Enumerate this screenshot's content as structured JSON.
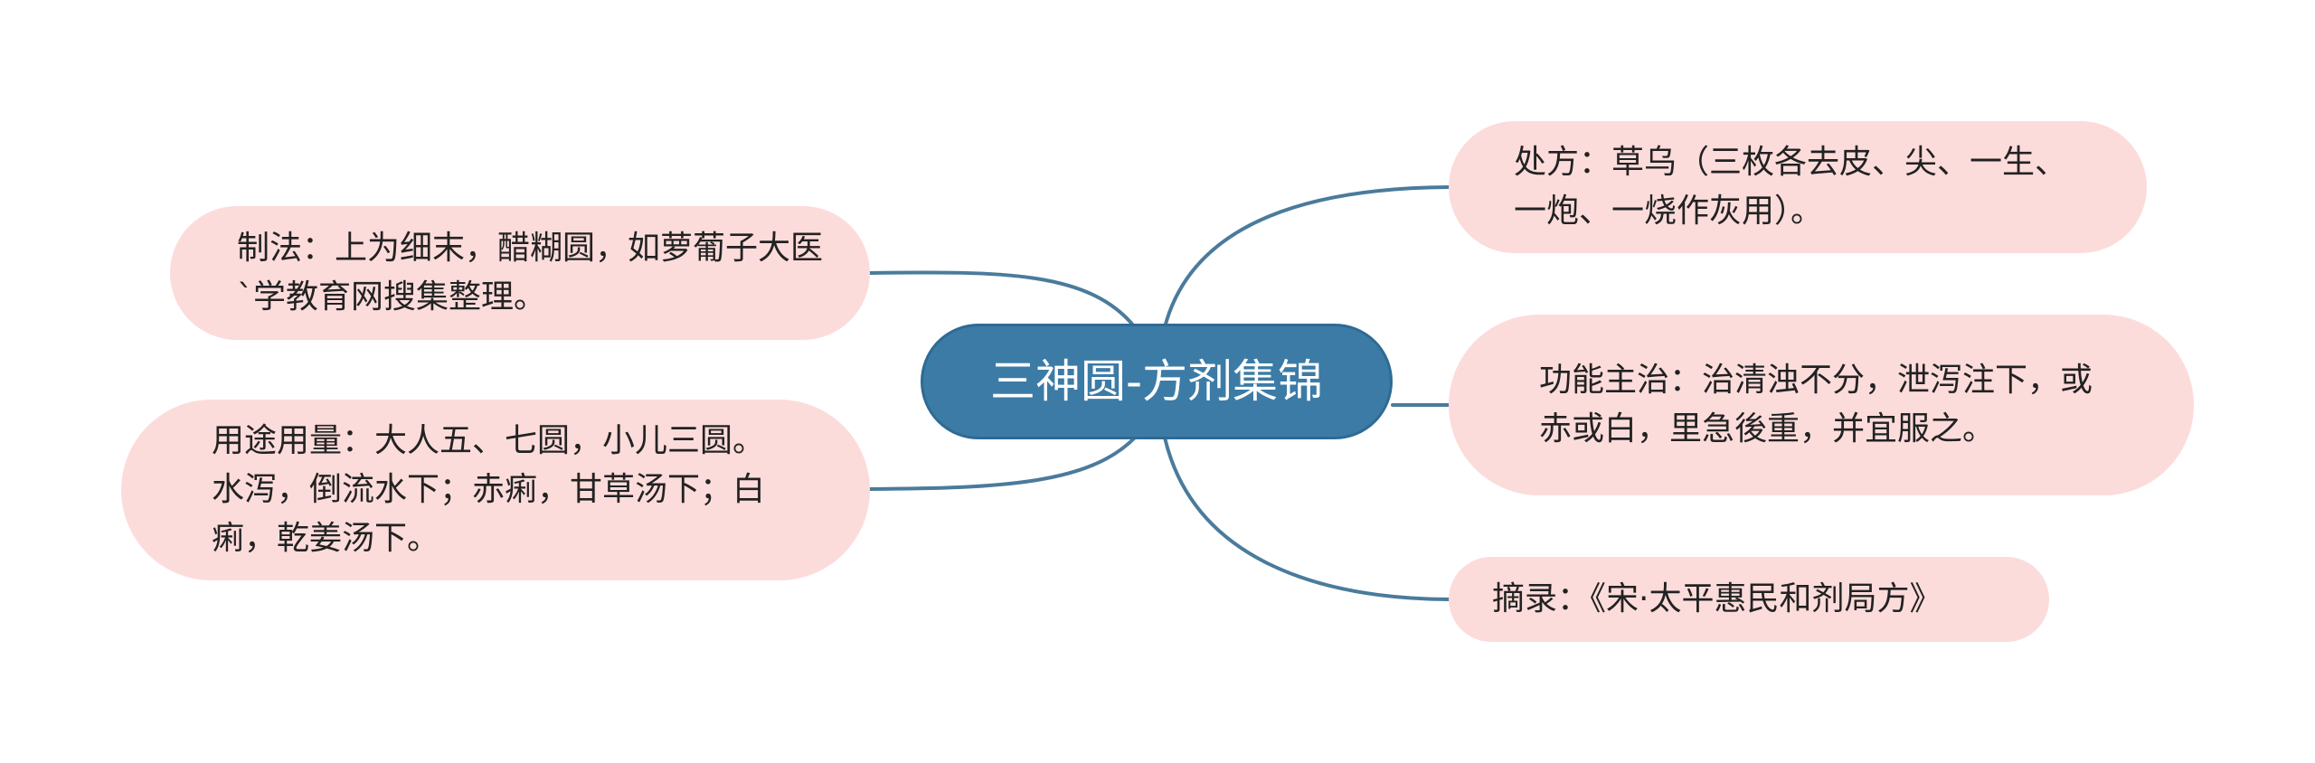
{
  "colors": {
    "center_fill": "#3c7ba6",
    "branch_fill": "#fcdcdb",
    "link": "#4a7b9c",
    "text": "#222222",
    "center_text": "#ffffff"
  },
  "center": {
    "label": "三神圆-方剂集锦"
  },
  "branches": {
    "zhifa": {
      "label": "制法：上为细末，醋糊圆，如萝葡子大医`学教育网搜集整理。"
    },
    "yongtu": {
      "label": "用途用量：大人五、七圆，小儿三圆。水泻，倒流水下；赤痢，甘草汤下；白痢，乾姜汤下。"
    },
    "chufang": {
      "label": "处方：草乌（三枚各去皮、尖、一生、一炮、一烧作灰用）。"
    },
    "gongneng": {
      "label": "功能主治：治清浊不分，泄泻注下，或赤或白，里急後重，并宜服之。"
    },
    "zhailu": {
      "label": "摘录：《宋·太平惠民和剂局方》"
    }
  }
}
